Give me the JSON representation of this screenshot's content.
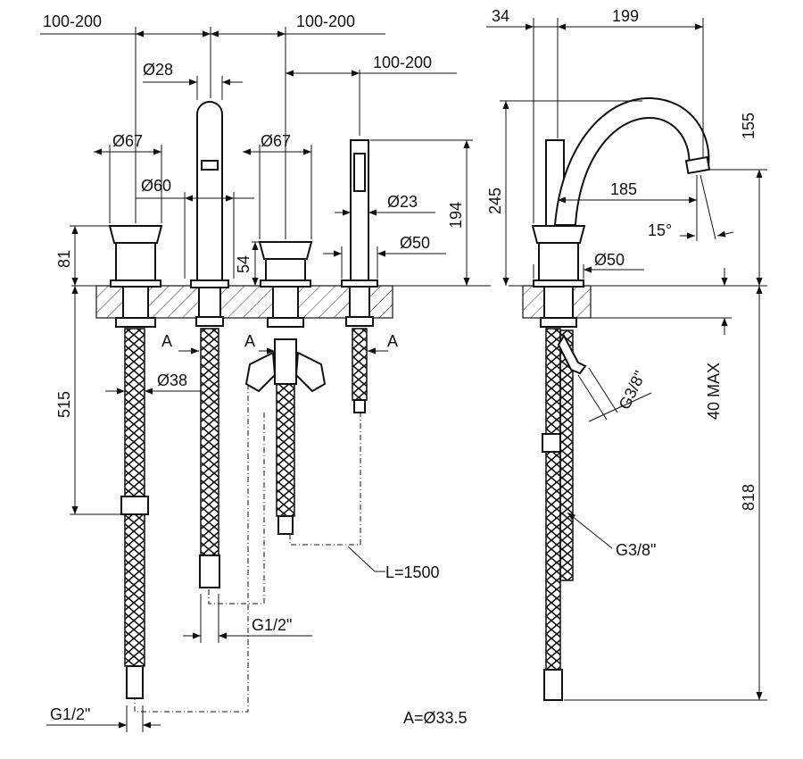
{
  "front_view": {
    "spacing_left": "100-200",
    "spacing_mid": "100-200",
    "spacing_right": "100-200",
    "dia_spout": "Ø28",
    "dia_handle_left": "Ø67",
    "dia_handle_right": "Ø67",
    "dia_base": "Ø60",
    "dia_shower": "Ø23",
    "dia_shower_base": "Ø50",
    "dia_hose": "Ø38",
    "height_handle": "81",
    "height_right_handle": "54",
    "height_shower": "194",
    "hose_length_left": "515",
    "label_a_left": "A",
    "label_a_mid": "A",
    "label_a_right": "A",
    "thread_mid": "G1/2\"",
    "thread_bottom": "G1/2\"",
    "hose_shower_length": "L=1500",
    "note_a": "A=Ø33.5"
  },
  "side_view": {
    "offset_top": "34",
    "reach_top": "199",
    "height_total": "245",
    "height_outlet": "155",
    "reach_outlet": "185",
    "angle": "15°",
    "dia_base": "Ø50",
    "thread_side": "G3/8\"",
    "thread_hose": "G3/8\"",
    "deck_max": "40 MAX",
    "height_below": "818"
  }
}
